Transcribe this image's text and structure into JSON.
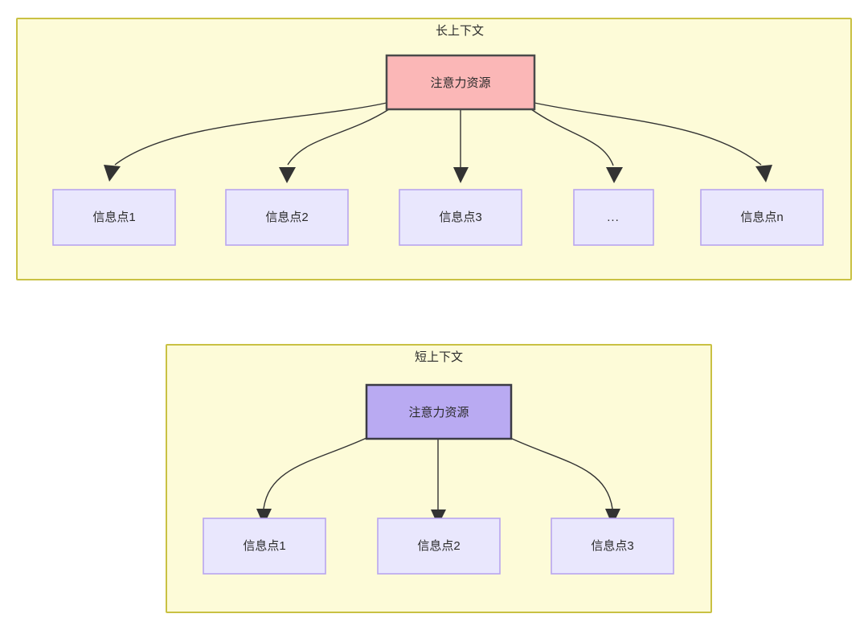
{
  "diagram": {
    "type": "tree-diagram",
    "background_color": "#ffffff",
    "panels": [
      {
        "id": "long-context",
        "title": "长上下文",
        "fill": "#fdfbd8",
        "stroke": "#c9c143",
        "root": {
          "label": "注意力资源",
          "fill": "#fbb7b7",
          "stroke": "#4a4a4a"
        },
        "leaves": [
          {
            "label": "信息点1",
            "fill": "#e9e7fd",
            "stroke": "#b9a6ef"
          },
          {
            "label": "信息点2",
            "fill": "#e9e7fd",
            "stroke": "#b9a6ef"
          },
          {
            "label": "信息点3",
            "fill": "#e9e7fd",
            "stroke": "#b9a6ef"
          },
          {
            "label": "...",
            "fill": "#e9e7fd",
            "stroke": "#b9a6ef"
          },
          {
            "label": "信息点n",
            "fill": "#e9e7fd",
            "stroke": "#b9a6ef"
          }
        ]
      },
      {
        "id": "short-context",
        "title": "短上下文",
        "fill": "#fdfbd8",
        "stroke": "#c9c143",
        "root": {
          "label": "注意力资源",
          "fill": "#b9aaf2",
          "stroke": "#3b3b44"
        },
        "leaves": [
          {
            "label": "信息点1",
            "fill": "#e9e7fd",
            "stroke": "#b9a6ef"
          },
          {
            "label": "信息点2",
            "fill": "#e9e7fd",
            "stroke": "#b9a6ef"
          },
          {
            "label": "信息点3",
            "fill": "#e9e7fd",
            "stroke": "#b9a6ef"
          }
        ]
      }
    ],
    "edge_color": "#333333"
  }
}
